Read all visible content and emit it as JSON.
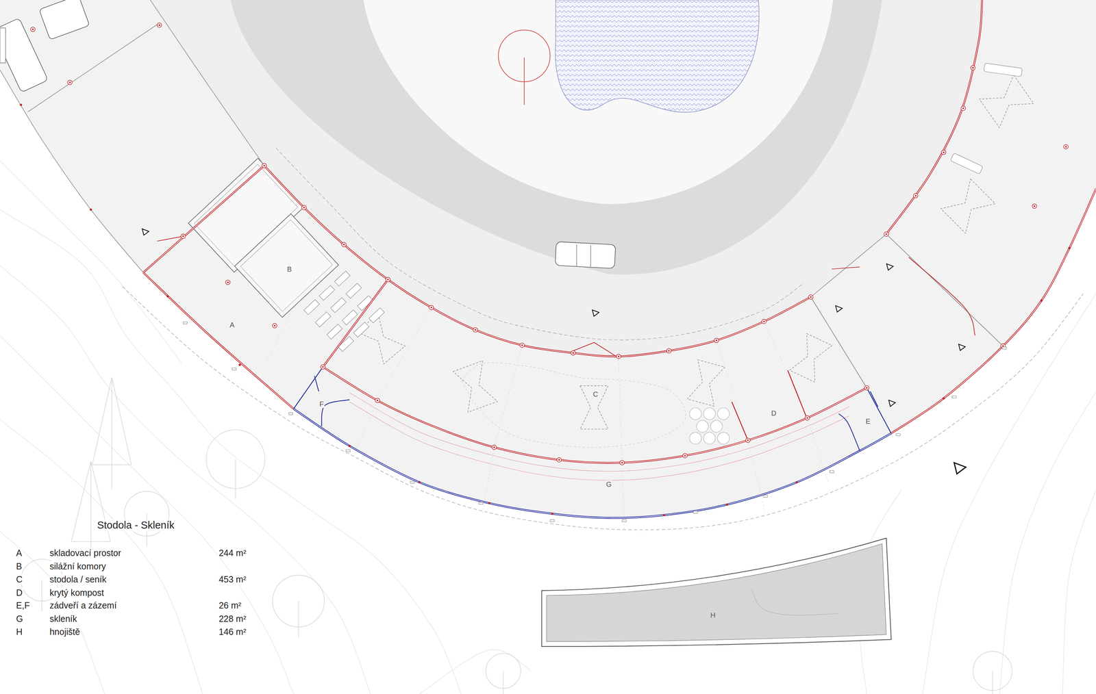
{
  "diagram": {
    "title": "Stodola - Skleník",
    "nodes": [
      {
        "text": [
          "A"
        ]
      },
      {
        "text": [
          "B"
        ],
        "in": 0
      },
      {
        "text": [
          "C"
        ]
      },
      {
        "text": [
          "D"
        ],
        "in": 2
      },
      {
        "text": [
          "E"
        ]
      },
      {
        "text": [
          "F"
        ]
      },
      {
        "text": [
          "G"
        ]
      },
      {
        "text": [
          "H"
        ]
      }
    ],
    "labels": [
      "A",
      "skladovací prostor",
      "244 m²",
      "B",
      "silážní komory",
      "C",
      "stodola / seník",
      "453 m²",
      "D",
      "krytý kompost",
      "E,F",
      "zádveří a zázemí",
      "26 m²",
      "G",
      "skleník",
      "228 m²",
      "H",
      "hnojiště",
      "146 m²"
    ]
  }
}
